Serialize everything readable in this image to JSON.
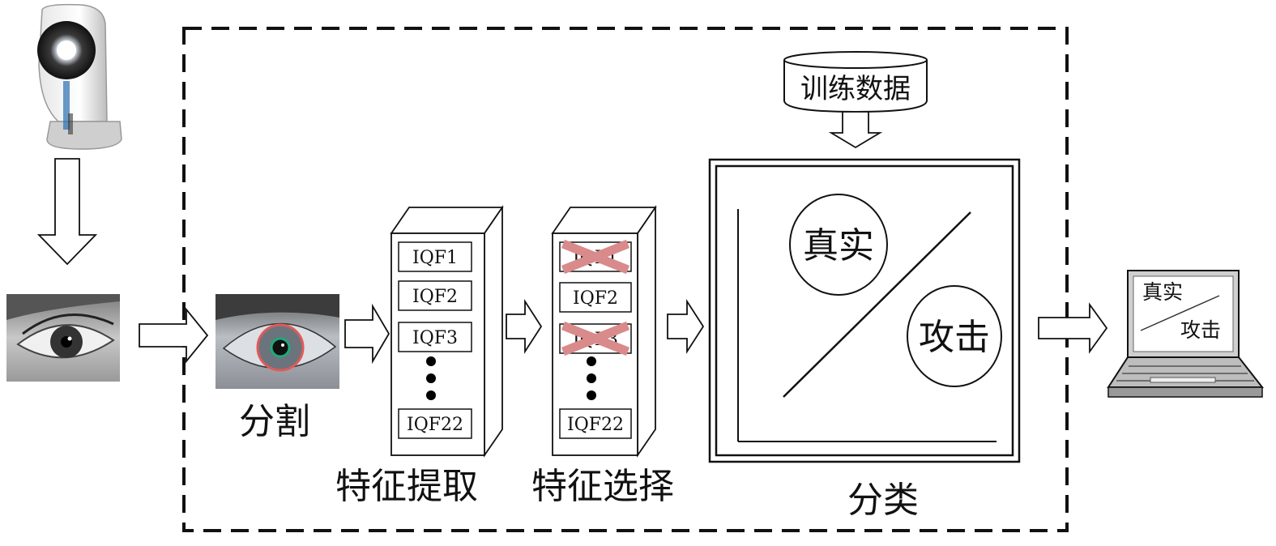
{
  "colors": {
    "line": "#111111",
    "cross": "#d98a8a",
    "iris_ring_outer": "#e05a5a",
    "iris_ring_inner": "#1faa7a"
  },
  "icons": {
    "camera": "iris-camera-icon",
    "eye_photo": "eye-photo-icon",
    "segmented_eye": "segmented-eye-icon",
    "laptop": "laptop-icon",
    "database": "database-cylinder-icon"
  },
  "labels": {
    "segmentation": "分割",
    "feature_extraction": "特征提取",
    "feature_selection": "特征选择",
    "classification": "分类",
    "training_data": "训练数据"
  },
  "extraction_features": [
    "IQF1",
    "IQF2",
    "IQF3",
    "IQF22"
  ],
  "selection_features": [
    {
      "label": "IQF1",
      "removed": true
    },
    {
      "label": "IQF2",
      "removed": false
    },
    {
      "label": "IQF3",
      "removed": true
    },
    {
      "label": "IQF22",
      "removed": false
    }
  ],
  "classifier": {
    "real": "真实",
    "attack": "攻击"
  },
  "output_screen": {
    "real": "真实",
    "attack": "攻击"
  }
}
